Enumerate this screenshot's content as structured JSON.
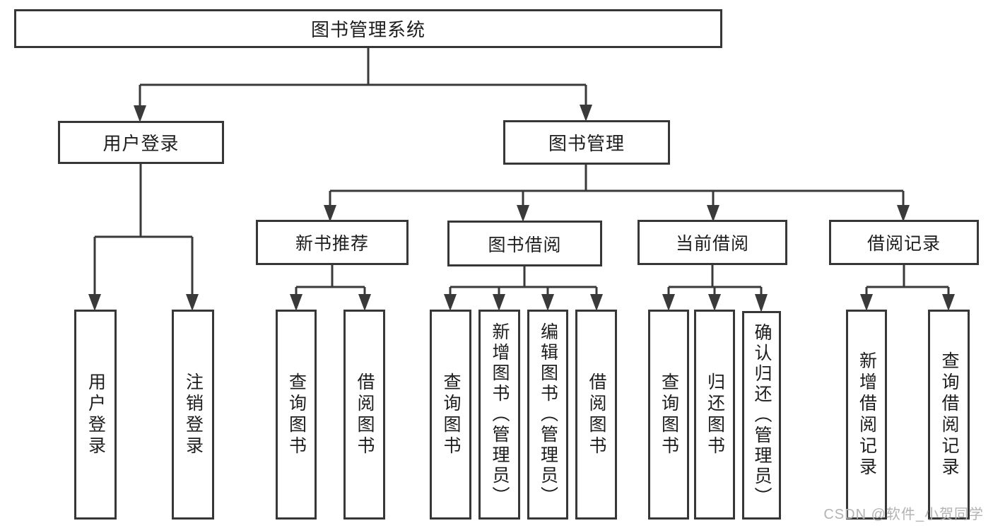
{
  "diagram": {
    "root": {
      "label": "图书管理系统"
    },
    "level2": [
      {
        "label": "用户登录"
      },
      {
        "label": "图书管理"
      }
    ],
    "level3": [
      {
        "label": "新书推荐"
      },
      {
        "label": "图书借阅"
      },
      {
        "label": "当前借阅"
      },
      {
        "label": "借阅记录"
      }
    ],
    "leaves": {
      "user_login": [
        "用户登录",
        "注销登录"
      ],
      "new_book": [
        "查询图书",
        "借阅图书"
      ],
      "book_borrow": [
        "查询图书",
        "新增图书（管理员）",
        "编辑图书（管理员）",
        "借阅图书"
      ],
      "current_borrow": [
        "查询图书",
        "归还图书",
        "确认归还（管理员）"
      ],
      "borrow_records": [
        "新增借阅记录",
        "查询借阅记录"
      ]
    }
  },
  "watermark": {
    "text": "CSDN @软件_小贺同学"
  },
  "colors": {
    "line": "#3a3a3a",
    "border": "#373737",
    "text": "#1d1d1d",
    "watermark": "#b3b3b3",
    "background": "#ffffff"
  }
}
